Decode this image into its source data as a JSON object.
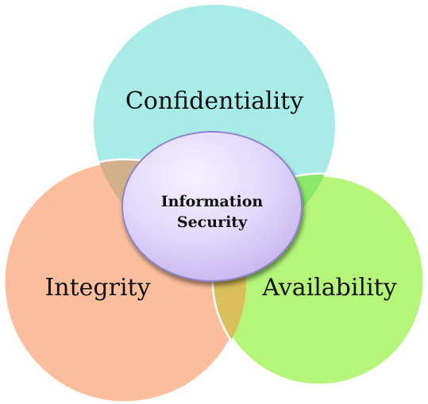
{
  "diagram": {
    "circles": {
      "confidentiality": {
        "label": "Confidentiality",
        "color": "#a9ebe6"
      },
      "integrity": {
        "label": "Integrity",
        "color": "#fcbe9c"
      },
      "availability": {
        "label": "Availability",
        "color": "#b4f57a"
      }
    },
    "overlaps": {
      "confidentiality_integrity": "#d2b18a",
      "confidentiality_availability": "#8be86a",
      "integrity_availability": "#dbbf5c"
    },
    "center": {
      "line1": "Information",
      "line2": "Security",
      "fill_light": "#f6f2ff",
      "fill_dark": "#c6b6ef",
      "stroke": "#8f85cc"
    }
  }
}
